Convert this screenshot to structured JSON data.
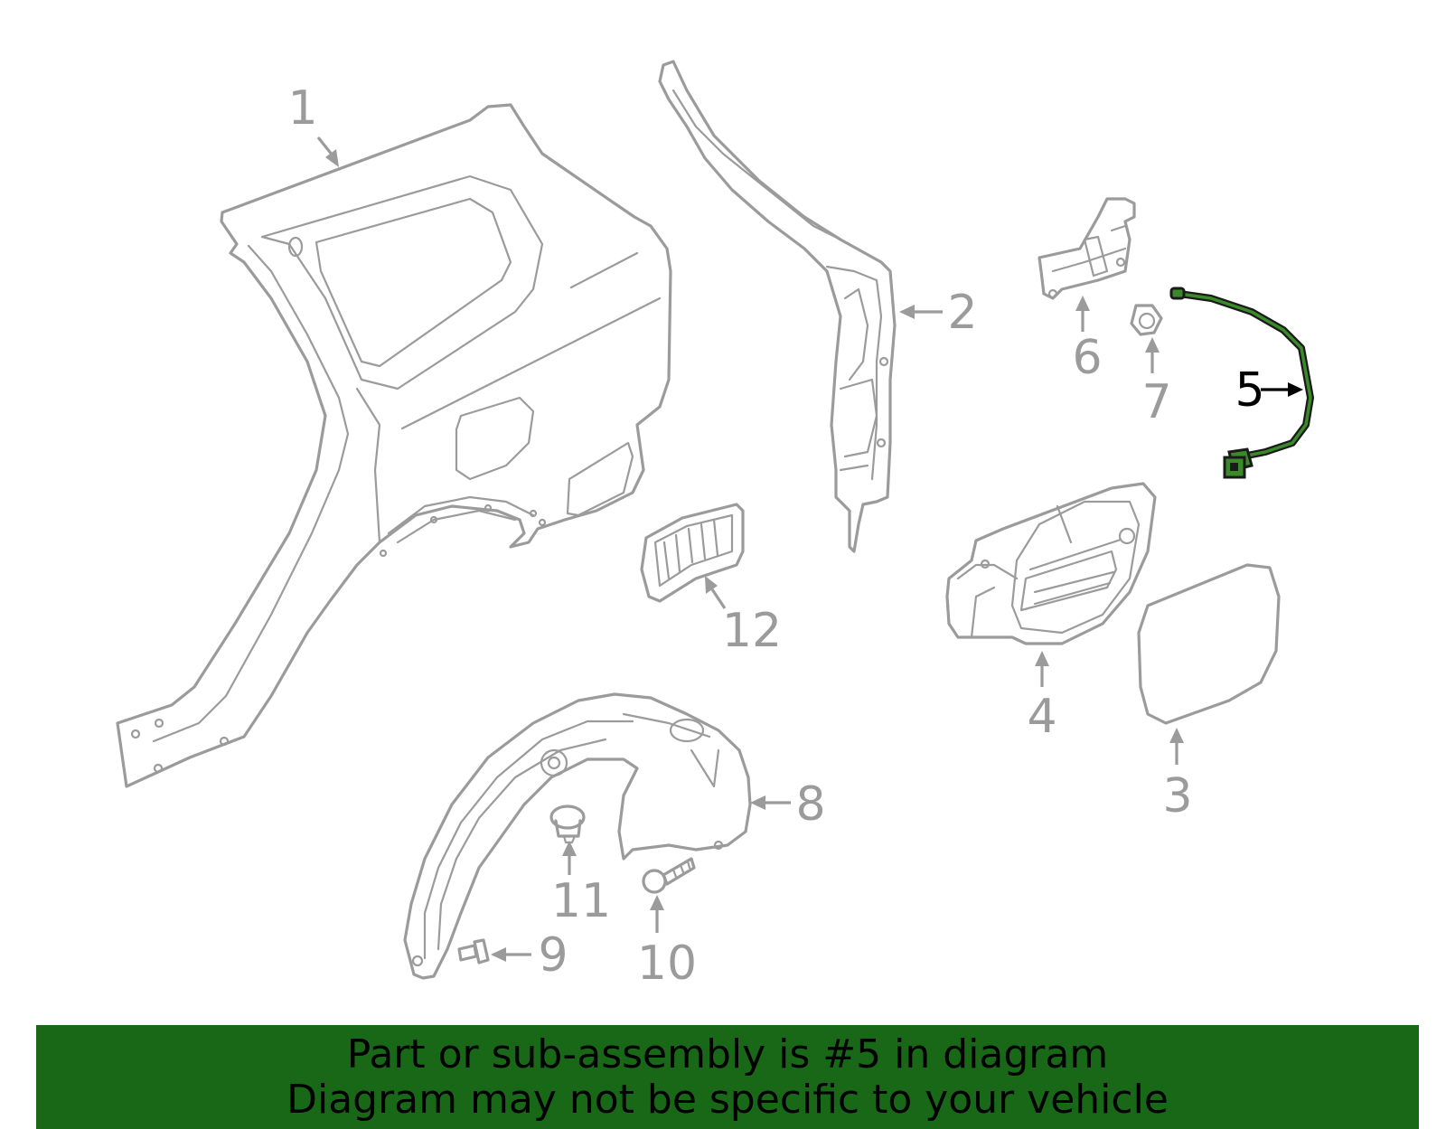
{
  "callouts": {
    "c1": "1",
    "c2": "2",
    "c3": "3",
    "c4": "4",
    "c5": "5",
    "c6": "6",
    "c7": "7",
    "c8": "8",
    "c9": "9",
    "c10": "10",
    "c11": "11",
    "c12": "12"
  },
  "highlighted_part": "5",
  "colors": {
    "part_outline": "#9b9b9b",
    "highlight_part": "#3a8a2a",
    "banner_background": "#186818",
    "banner_text": "#000000"
  },
  "banner": {
    "line1": "Part or sub-assembly is #5 in diagram",
    "line2": "Diagram may not be specific to your vehicle"
  }
}
